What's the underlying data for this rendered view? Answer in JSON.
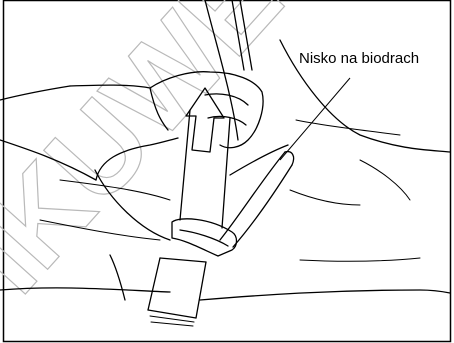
{
  "callout": {
    "label": "Nisko na biodrach"
  },
  "watermark": {
    "text": "IKUWEI",
    "color": "#b9b9b9"
  },
  "figure": {
    "subject": "seat-belt-lap-section-adjustment",
    "arrow_direction": "up"
  }
}
